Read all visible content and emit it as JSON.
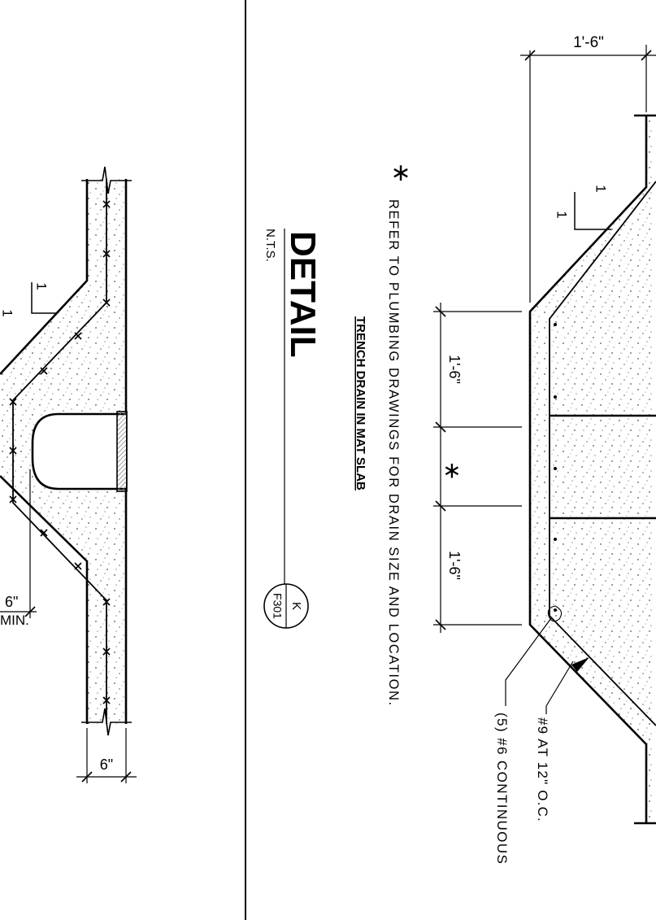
{
  "title": {
    "detail": "DETAIL",
    "name": "TRENCH DRAIN IN MAT SLAB",
    "scale": "N.T.S.",
    "bubble_top": "K",
    "bubble_bottom": "F301"
  },
  "note": {
    "symbol": "∗",
    "text": "REFER TO PLUMBING DRAWINGS FOR DRAIN SIZE AND LOCATION."
  },
  "left_detail": {
    "slope_top": "1",
    "slope_side": "1",
    "dim_wall": "6\"",
    "dim_min_value": "6\"",
    "dim_min_label": "MIN."
  },
  "right_detail": {
    "dim_top": "1'-6\"",
    "dim_a": "1'-6\"",
    "dim_mid": "∗",
    "dim_b": "1'-6\"",
    "slope_top": "1",
    "slope_side": "1",
    "callout_rebar": "#9 AT 12\" O.C.",
    "callout_cont": "(5) #6 CONTINUOUS"
  },
  "colors": {
    "ink": "#000000",
    "paper": "#ffffff",
    "hatch": "#777777"
  }
}
